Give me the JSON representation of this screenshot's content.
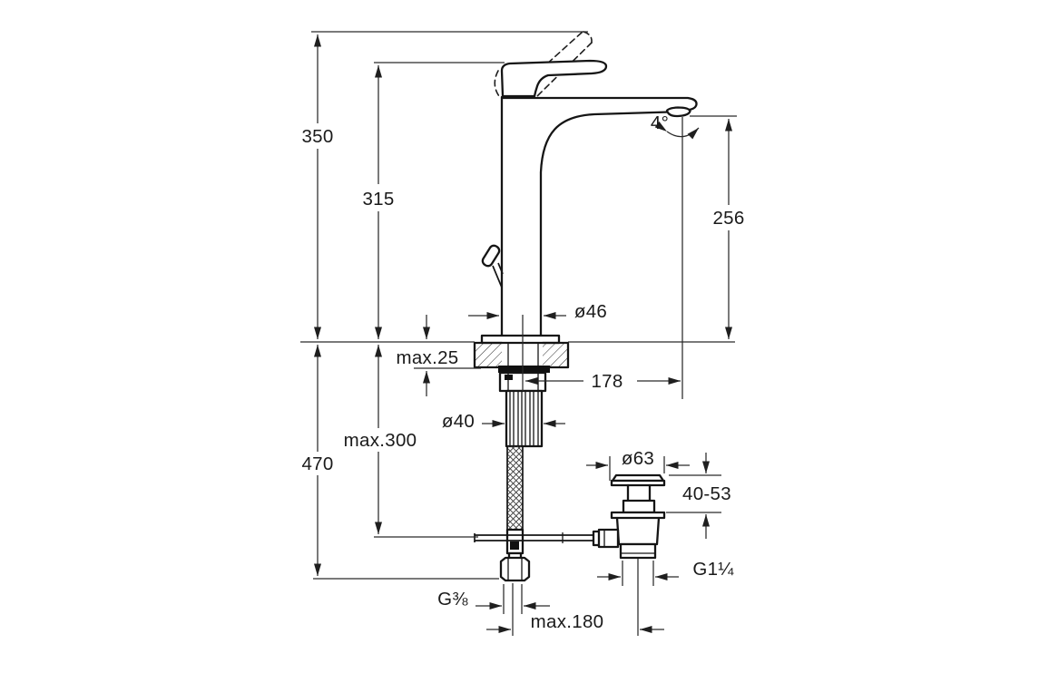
{
  "drawing": {
    "kind": "technical dimension drawing",
    "subject": "tall single-lever basin mixer with pop-up waste",
    "background_color": "#ffffff",
    "line_color": "#151515"
  },
  "dimensions": {
    "total_height": "350",
    "height_to_handle": "315",
    "spout_outlet_height": "256",
    "deck_thickness": "max.25",
    "spout_reach": "178",
    "body_diameter": "ø46",
    "spout_angle": "4°",
    "shank_diameter": "ø40",
    "hose_drop": "max.300",
    "total_drop": "470",
    "waste_flange_diameter": "ø63",
    "waste_plug_height": "40-53",
    "waste_thread": "G1¼",
    "supply_thread": "G⅜",
    "waste_offset": "max.180"
  }
}
